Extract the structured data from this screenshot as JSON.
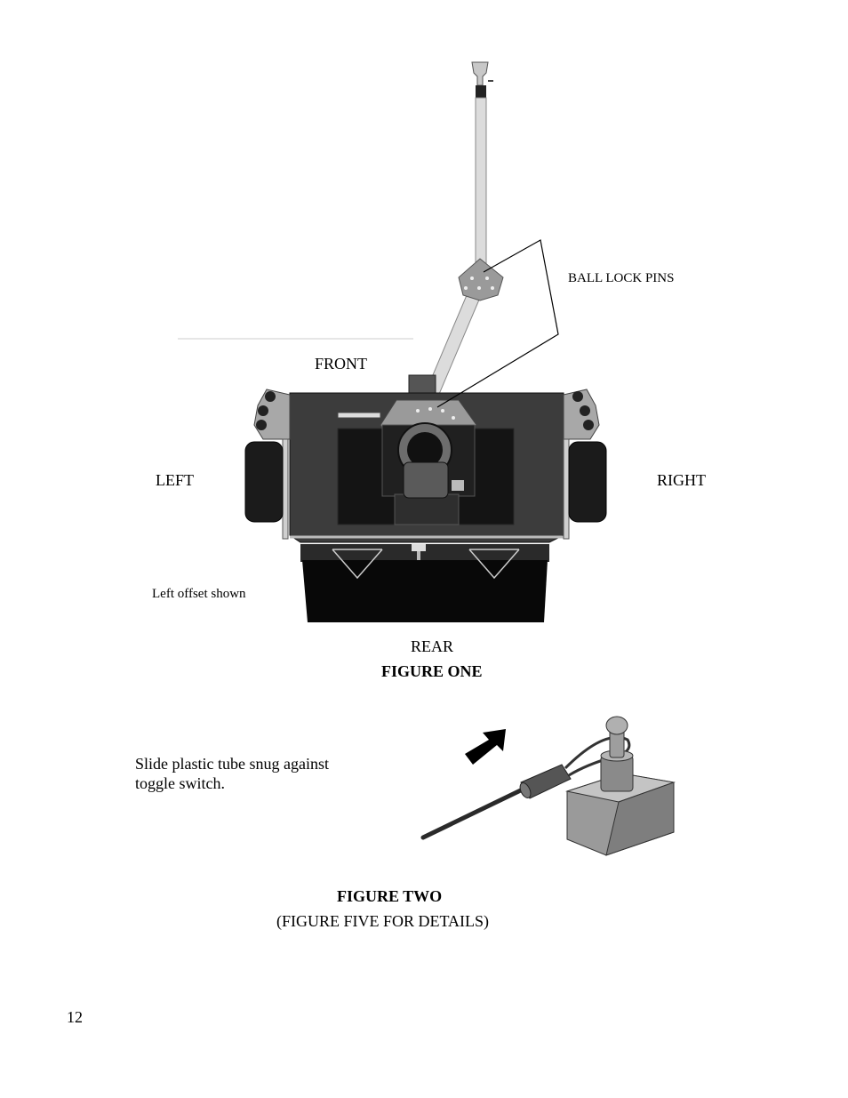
{
  "figure_one": {
    "callout": "BALL LOCK PINS",
    "front": "FRONT",
    "left": "LEFT",
    "right": "RIGHT",
    "offset_note": "Left offset shown",
    "rear": "REAR",
    "caption": "FIGURE ONE"
  },
  "figure_two": {
    "instruction_line1": "Slide plastic tube snug against",
    "instruction_line2": "toggle switch.",
    "caption": "FIGURE TWO",
    "subcaption": "(FIGURE FIVE FOR DETAILS)"
  },
  "page_number": "12"
}
